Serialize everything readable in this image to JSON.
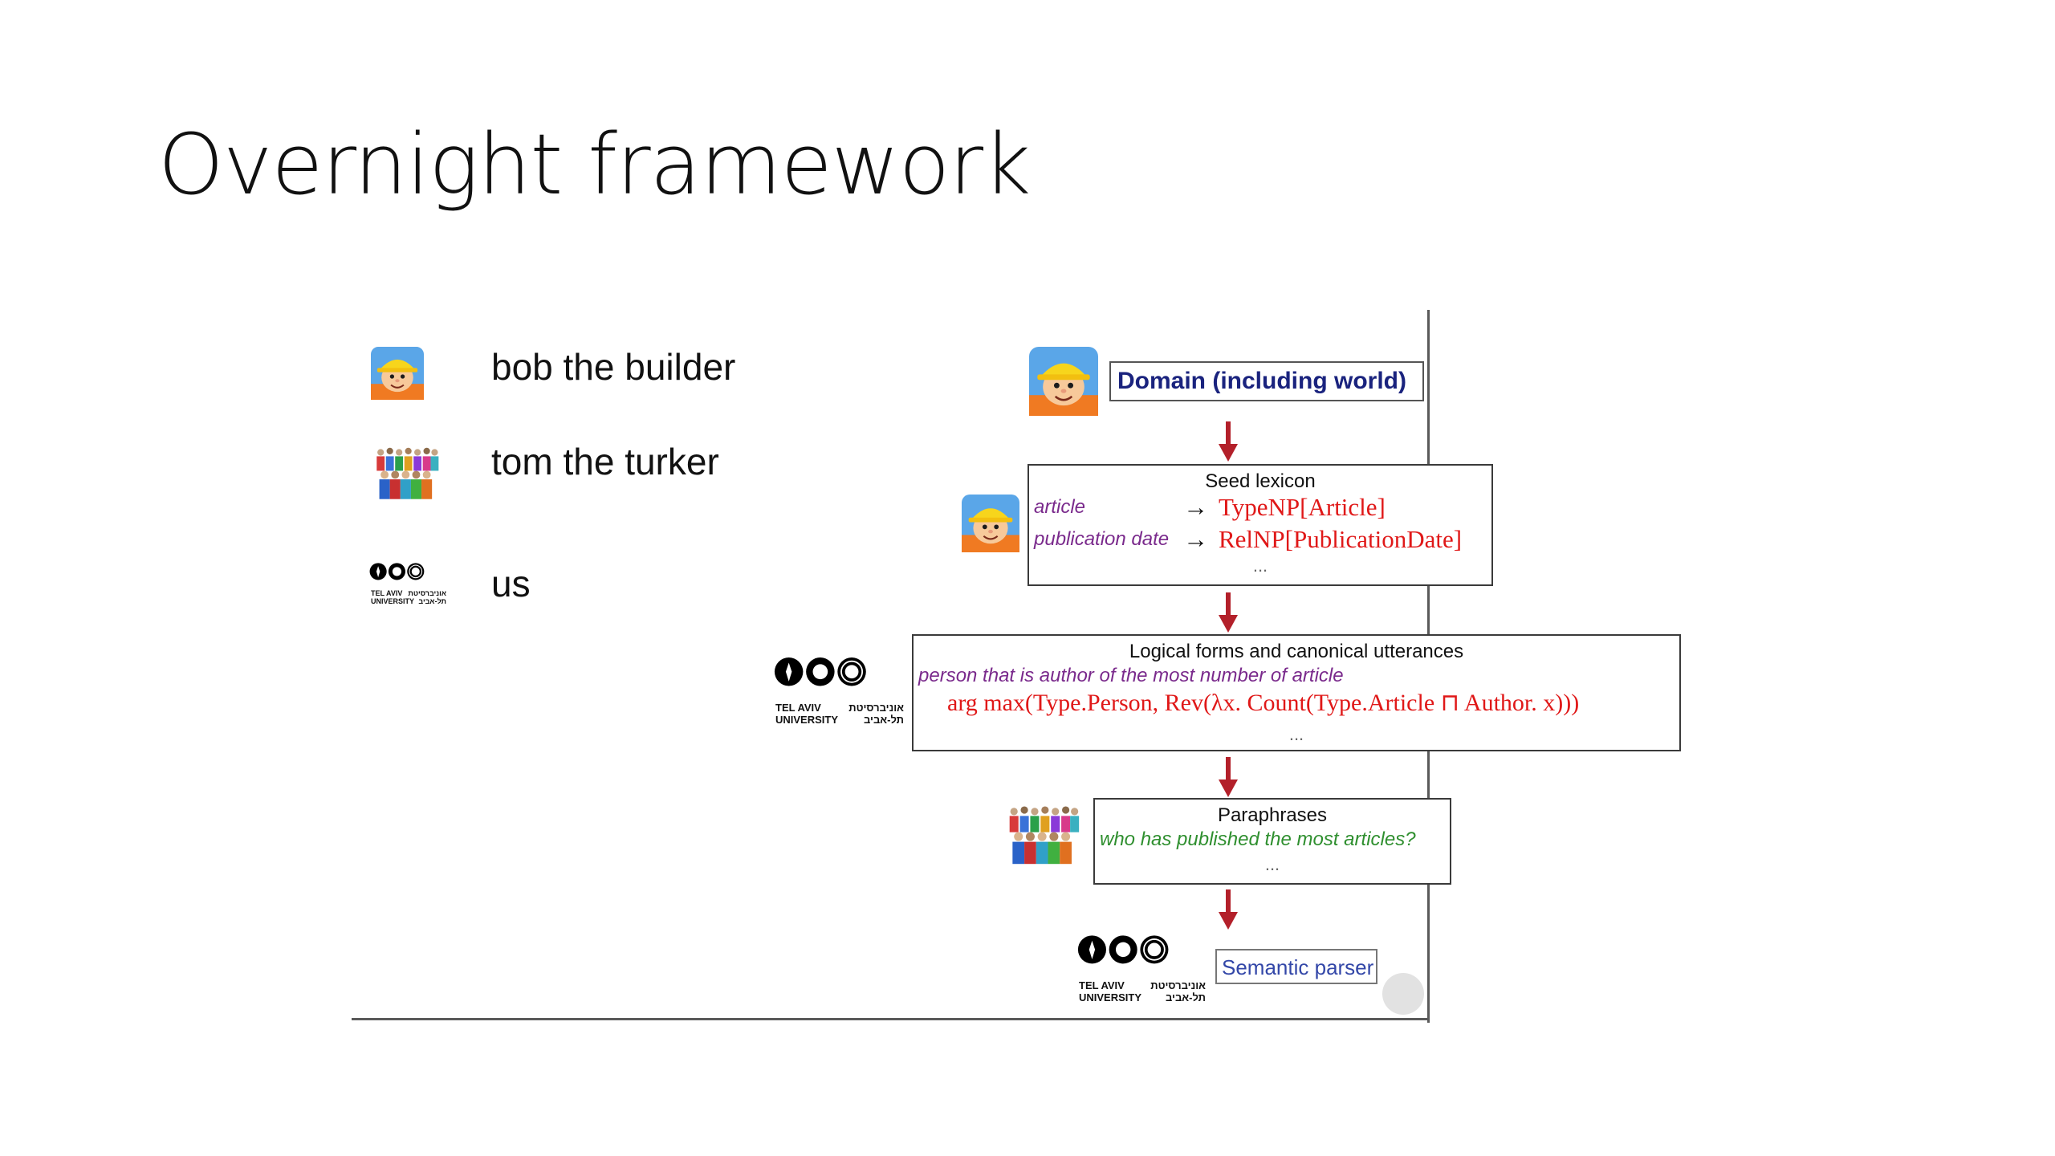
{
  "slide": {
    "title": "Overnight framework"
  },
  "legend": [
    {
      "icon": "bob-the-builder-icon",
      "label": "bob the builder"
    },
    {
      "icon": "crowd-workers-icon",
      "label": "tom the turker"
    },
    {
      "icon": "tel-aviv-university-logo",
      "label": "us"
    }
  ],
  "figure": {
    "domain_label": "Domain (including world)",
    "seed": {
      "header": "Seed lexicon",
      "rows": [
        {
          "phrase": "article",
          "arrow": "→",
          "rule": "TypeNP[Article]"
        },
        {
          "phrase": "publication date",
          "arrow": "→",
          "rule": "RelNP[PublicationDate]"
        }
      ],
      "ellipsis": "..."
    },
    "logical": {
      "header": "Logical forms and canonical utterances",
      "utterance": "person that is author of the most number of article",
      "formula": "arg max(Type.Person, Rev(λx. Count(Type.Article ⊓ Author. x)))",
      "ellipsis": "..."
    },
    "paraphrases": {
      "header": "Paraphrases",
      "utterance": "who has published the most articles?",
      "ellipsis": "..."
    },
    "parser_label": "Semantic parser"
  },
  "logo_text": {
    "en_line1": "TEL AVIV",
    "en_line2": "UNIVERSITY",
    "he_line1": "אוניברסיטת",
    "he_line2": "תל-אביב"
  },
  "colors": {
    "arrow": "#b3202a",
    "rule_red": "#e01818",
    "utterance_purple": "#7a2a8c",
    "paraphrase_green": "#2f8f2f",
    "domain_navy": "#1a237e"
  }
}
